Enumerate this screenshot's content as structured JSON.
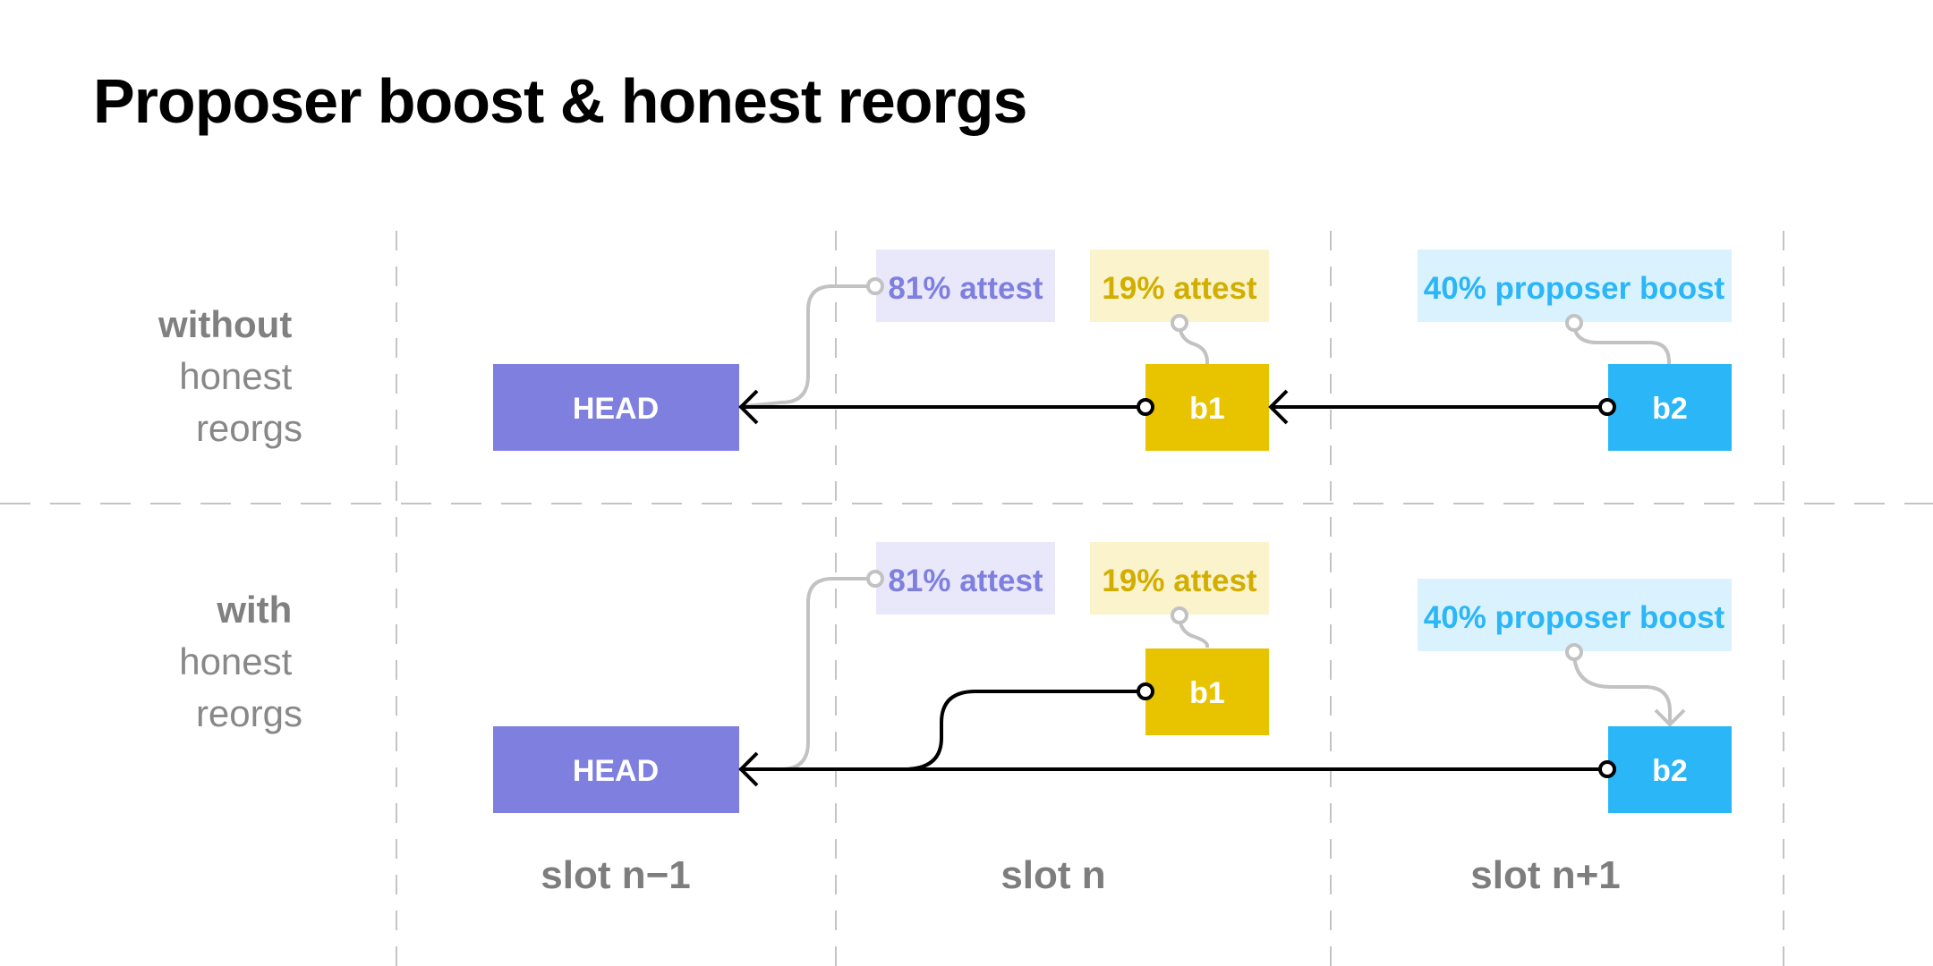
{
  "title": "Proposer boost & honest reorgs",
  "colors": {
    "head": "#7f7fdf",
    "b1": "#e8c400",
    "b2": "#2ab6f7",
    "attest81_bg": "#e9e8fb",
    "attest81_text": "#7f7fdf",
    "attest19_bg": "#fbf3cc",
    "attest19_text": "#d1ae00",
    "boost_bg": "#daf2fd",
    "boost_text": "#2ab6f7",
    "connector": "#c2c2c2",
    "arrow": "#000000",
    "divider": "#c4c4c4"
  },
  "rows": [
    {
      "label_lines": [
        "without",
        "honest",
        "reorgs"
      ],
      "blocks": {
        "head": "HEAD",
        "b1": "b1",
        "b2": "b2"
      },
      "tags": {
        "attest81": "81% attest",
        "attest19": "19% attest",
        "boost": "40% proposer boost"
      }
    },
    {
      "label_lines": [
        "with",
        "honest",
        "reorgs"
      ],
      "blocks": {
        "head": "HEAD",
        "b1": "b1",
        "b2": "b2"
      },
      "tags": {
        "attest81": "81% attest",
        "attest19": "19% attest",
        "boost": "40% proposer boost"
      }
    }
  ],
  "slots": [
    "slot n−1",
    "slot n",
    "slot n+1"
  ]
}
